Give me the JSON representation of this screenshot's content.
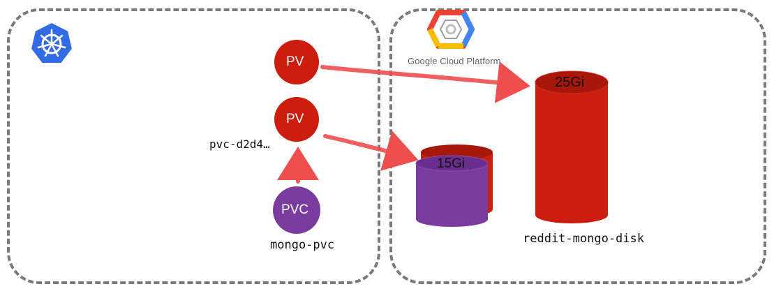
{
  "k8s_cluster": {
    "logo_icon": "kubernetes-helm-icon",
    "pv_top_label": "PV",
    "pv_bottom_label": "PV",
    "pv_bottom_name": "pvc-d2d4…",
    "pvc_label": "PVC",
    "pvc_name": "mongo-pvc"
  },
  "gcp": {
    "logo_icon": "google-cloud-platform-hexagon-icon",
    "brand_text": "Google Cloud Platform",
    "disk_large_size": "25Gi",
    "disk_large_name": "reddit-mongo-disk",
    "disk_small_size": "15Gi"
  },
  "colors": {
    "pv_red": "#cc1e0f",
    "pvc_purple": "#7a3b9e",
    "arrow_red": "#ee4e4e",
    "frame_gray": "#7a7a7a",
    "k8s_blue": "#326ce5"
  }
}
